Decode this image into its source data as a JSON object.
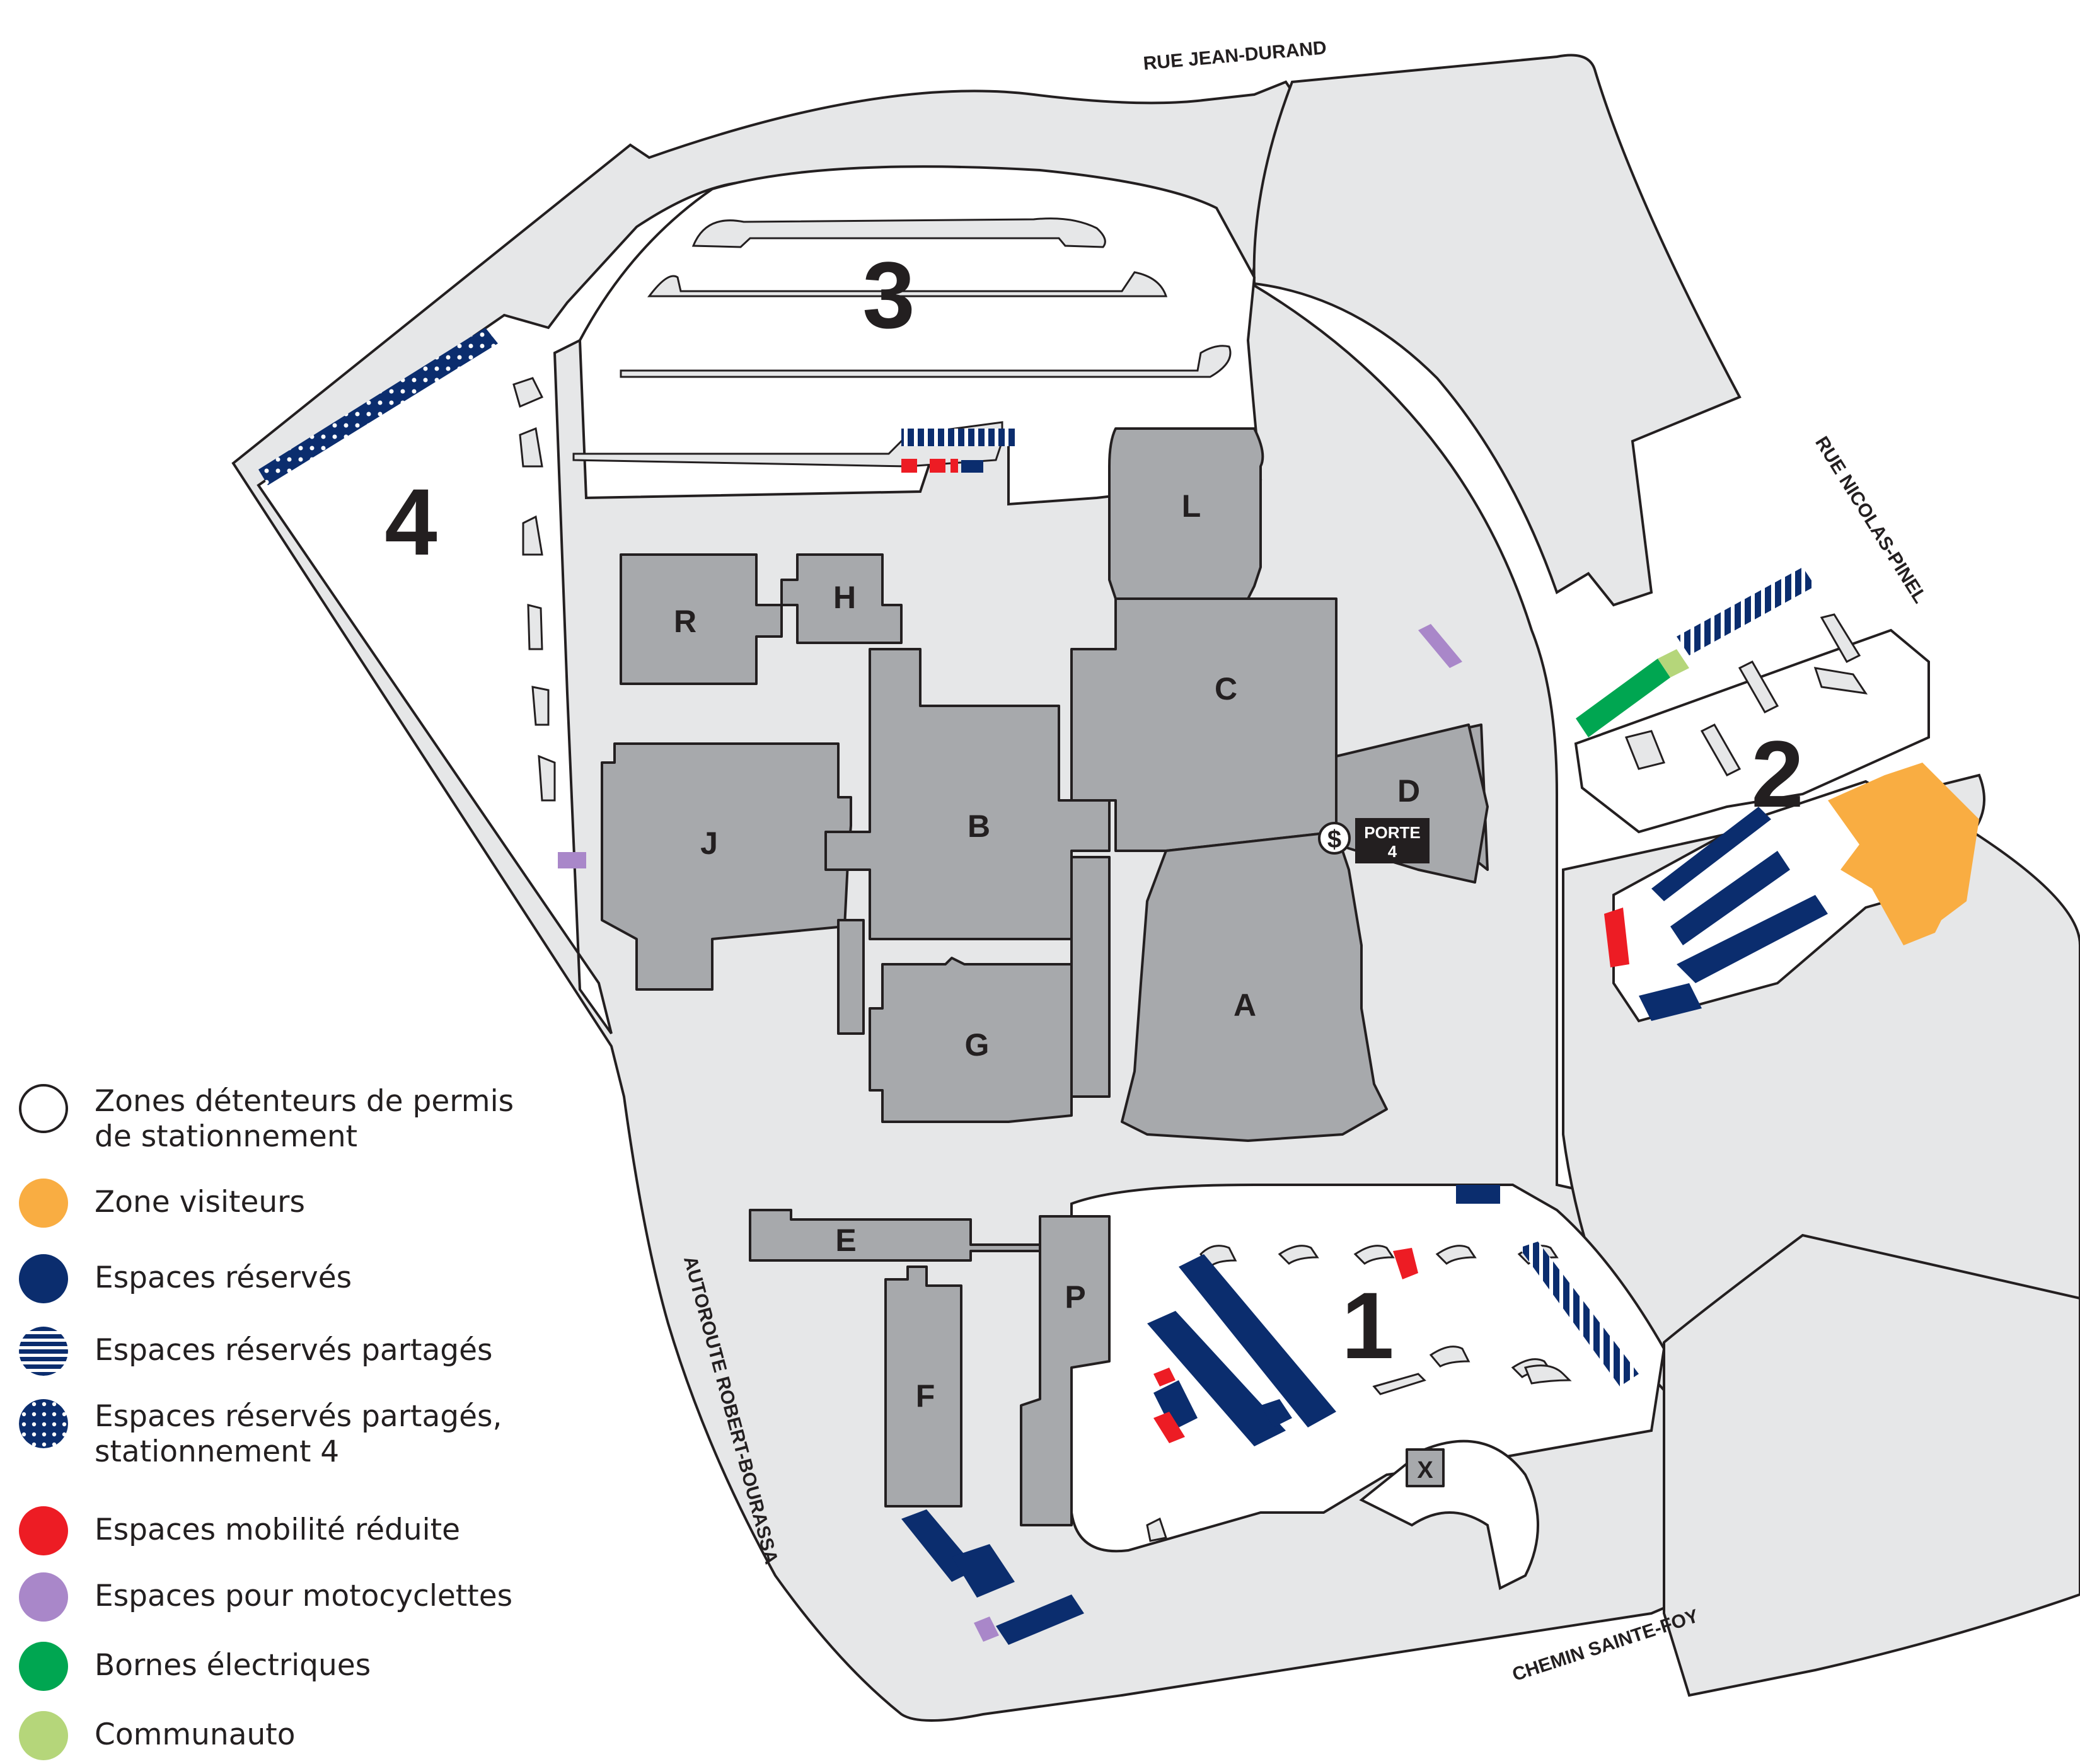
{
  "map": {
    "streets": {
      "north": "RUE JEAN-DURAND",
      "east": "RUE NICOLAS-PINEL",
      "west": "AUTOROUTE ROBERT-BOURASSA",
      "south": "CHEMIN SAINTE-FOY"
    },
    "parking_lots": [
      "1",
      "2",
      "3",
      "4"
    ],
    "buildings": [
      "A",
      "B",
      "C",
      "D",
      "E",
      "F",
      "G",
      "H",
      "J",
      "L",
      "P",
      "R",
      "X"
    ],
    "entrance": {
      "symbol": "$",
      "label_line1": "PORTE",
      "label_line2": "4"
    }
  },
  "legend": [
    {
      "label": "Zones détenteurs de permis\nde stationnement",
      "color": "#ffffff",
      "pattern": "outline"
    },
    {
      "label": "Zone visiteurs",
      "color": "#f9ad42",
      "pattern": "solid"
    },
    {
      "label": "Espaces réservés",
      "color": "#0b2d6e",
      "pattern": "solid"
    },
    {
      "label": "Espaces réservés partagés",
      "color": "#0b2d6e",
      "pattern": "stripes"
    },
    {
      "label": "Espaces réservés partagés,\nstationnement 4",
      "color": "#0b2d6e",
      "pattern": "dots"
    },
    {
      "label": "Espaces mobilité réduite",
      "color": "#ed1c24",
      "pattern": "solid"
    },
    {
      "label": "Espaces pour motocyclettes",
      "color": "#a987c9",
      "pattern": "solid"
    },
    {
      "label": "Bornes électriques",
      "color": "#00a651",
      "pattern": "solid"
    },
    {
      "label": "Communauto",
      "color": "#b5d67a",
      "pattern": "solid"
    }
  ],
  "colors": {
    "ground": "#e6e7e8",
    "building": "#a7a9ac",
    "outline": "#231f20",
    "permit_zone": "#ffffff",
    "visitor": "#f9ad42",
    "reserved": "#0b2d6e",
    "reduced_mobility": "#ed1c24",
    "motorcycle": "#a987c9",
    "charging": "#00a651",
    "communauto": "#b5d67a"
  }
}
